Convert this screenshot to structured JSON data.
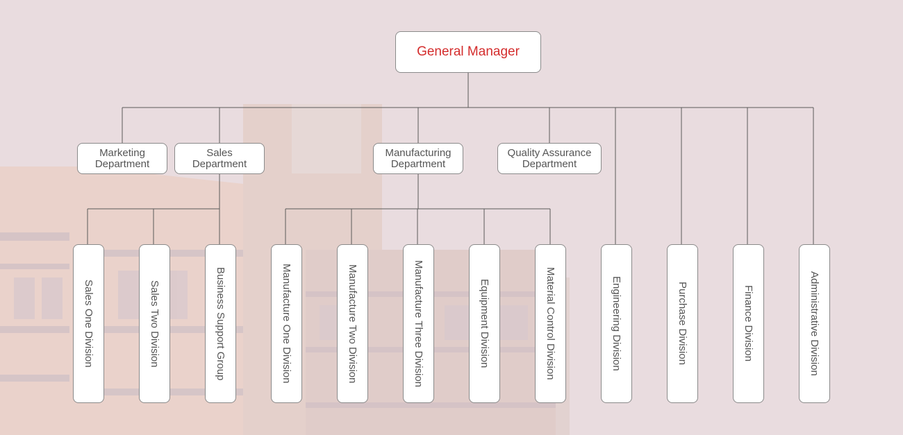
{
  "colors": {
    "background": "#e9dcdf",
    "line": "#5a5a5a",
    "box_border": "#8a8a8a",
    "title_text": "#d42d2d",
    "box_text": "#555555"
  },
  "root": {
    "label": "General Manager"
  },
  "departments": [
    {
      "id": "marketing",
      "label": "Marketing Department"
    },
    {
      "id": "sales",
      "label": "Sales Department"
    },
    {
      "id": "manufacturing",
      "label": "Manufacturing Department"
    },
    {
      "id": "quality",
      "label": "Quality Assurance Department"
    }
  ],
  "divisions": [
    {
      "label": "Sales One Division",
      "parent": "sales"
    },
    {
      "label": "Sales Two Division",
      "parent": "sales"
    },
    {
      "label": "Business Support Group",
      "parent": "sales"
    },
    {
      "label": "Manufacture One Division",
      "parent": "manufacturing"
    },
    {
      "label": "Manufacture Two Division",
      "parent": "manufacturing"
    },
    {
      "label": "Manufacture Three Division",
      "parent": "manufacturing"
    },
    {
      "label": "Equipment Division",
      "parent": "manufacturing"
    },
    {
      "label": "Material Control Division",
      "parent": "manufacturing"
    },
    {
      "label": "Engineering Division",
      "parent": "general-manager"
    },
    {
      "label": "Purchase Division",
      "parent": "general-manager"
    },
    {
      "label": "Finance Division",
      "parent": "general-manager"
    },
    {
      "label": "Administrative Division",
      "parent": "general-manager"
    }
  ]
}
